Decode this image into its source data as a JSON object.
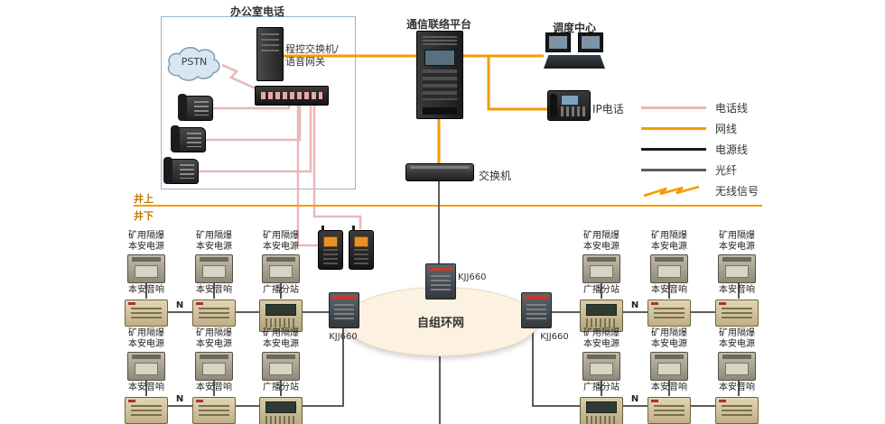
{
  "office": {
    "title": "办公室电话",
    "pstn_label": "PSTN",
    "gateway_label_line1": "程控交换机/",
    "gateway_label_line2": "语音网关"
  },
  "platform": {
    "label": "通信联络平台"
  },
  "dispatch": {
    "label": "调度中心",
    "ip_phone_label": "IP电话"
  },
  "network": {
    "switch_label": "交换机"
  },
  "boundary": {
    "above": "井上",
    "below": "井下"
  },
  "ring": {
    "label": "自组环网",
    "kjj_label": "KJJ660"
  },
  "legend": {
    "items": [
      {
        "label": "电话线",
        "style": "phone"
      },
      {
        "label": "网线",
        "style": "network"
      },
      {
        "label": "电源线",
        "style": "power"
      },
      {
        "label": "光纤",
        "style": "fiber"
      },
      {
        "label": "无线信号",
        "style": "wireless"
      }
    ]
  },
  "underground": {
    "power_label_line1": "矿用隔爆",
    "power_label_line2": "本安电源",
    "speaker_label": "本安音响",
    "broadcast_label": "广播分站",
    "n_label": "N"
  },
  "colors": {
    "phone_line": "#e9b8b8",
    "network_line": "#f59b00",
    "power_line": "#1a1a1a",
    "fiber_line": "#5c5c5c",
    "wireless_signal": "#f59b00",
    "boundary_label": "#c07a00"
  }
}
